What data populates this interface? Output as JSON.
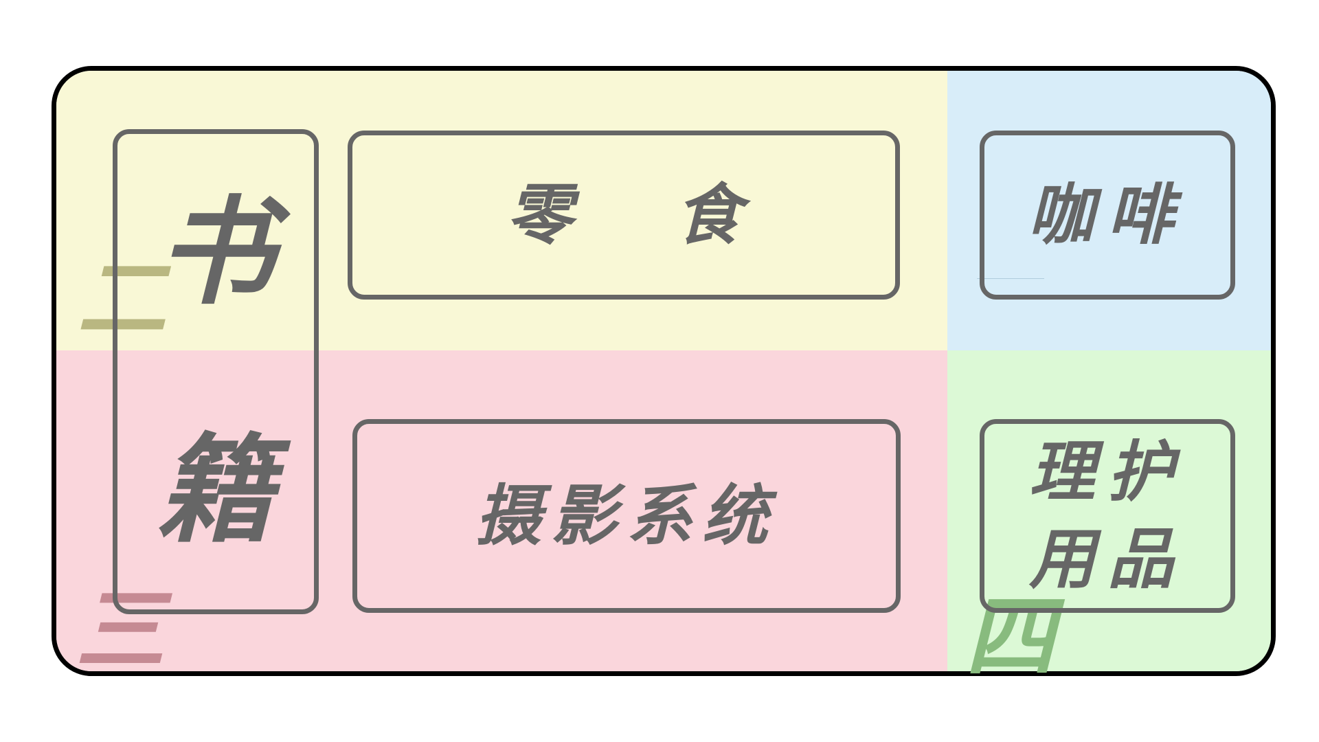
{
  "colors": {
    "frame_border": "#000000",
    "box_border": "#666666",
    "label_text": "#666666",
    "quadrant_top_left": "#f9f8d6",
    "quadrant_top_right": "#d8edf9",
    "quadrant_bottom_left": "#fad6dc",
    "quadrant_bottom_right": "#dcf9d6",
    "numeral_yi": "#6f97ac",
    "numeral_er": "#b9b781",
    "numeral_san": "#c58a93",
    "numeral_si": "#88bb7e"
  },
  "quadrant_numerals": {
    "yi": "一",
    "er": "二",
    "san": "三",
    "si": "四"
  },
  "boxes": {
    "books": {
      "char_1": "书",
      "char_2": "籍"
    },
    "snacks": {
      "label": "零食"
    },
    "photography": {
      "label": "摄影系统"
    },
    "coffee": {
      "label": "咖啡"
    },
    "care": {
      "label": "理护用品"
    }
  }
}
